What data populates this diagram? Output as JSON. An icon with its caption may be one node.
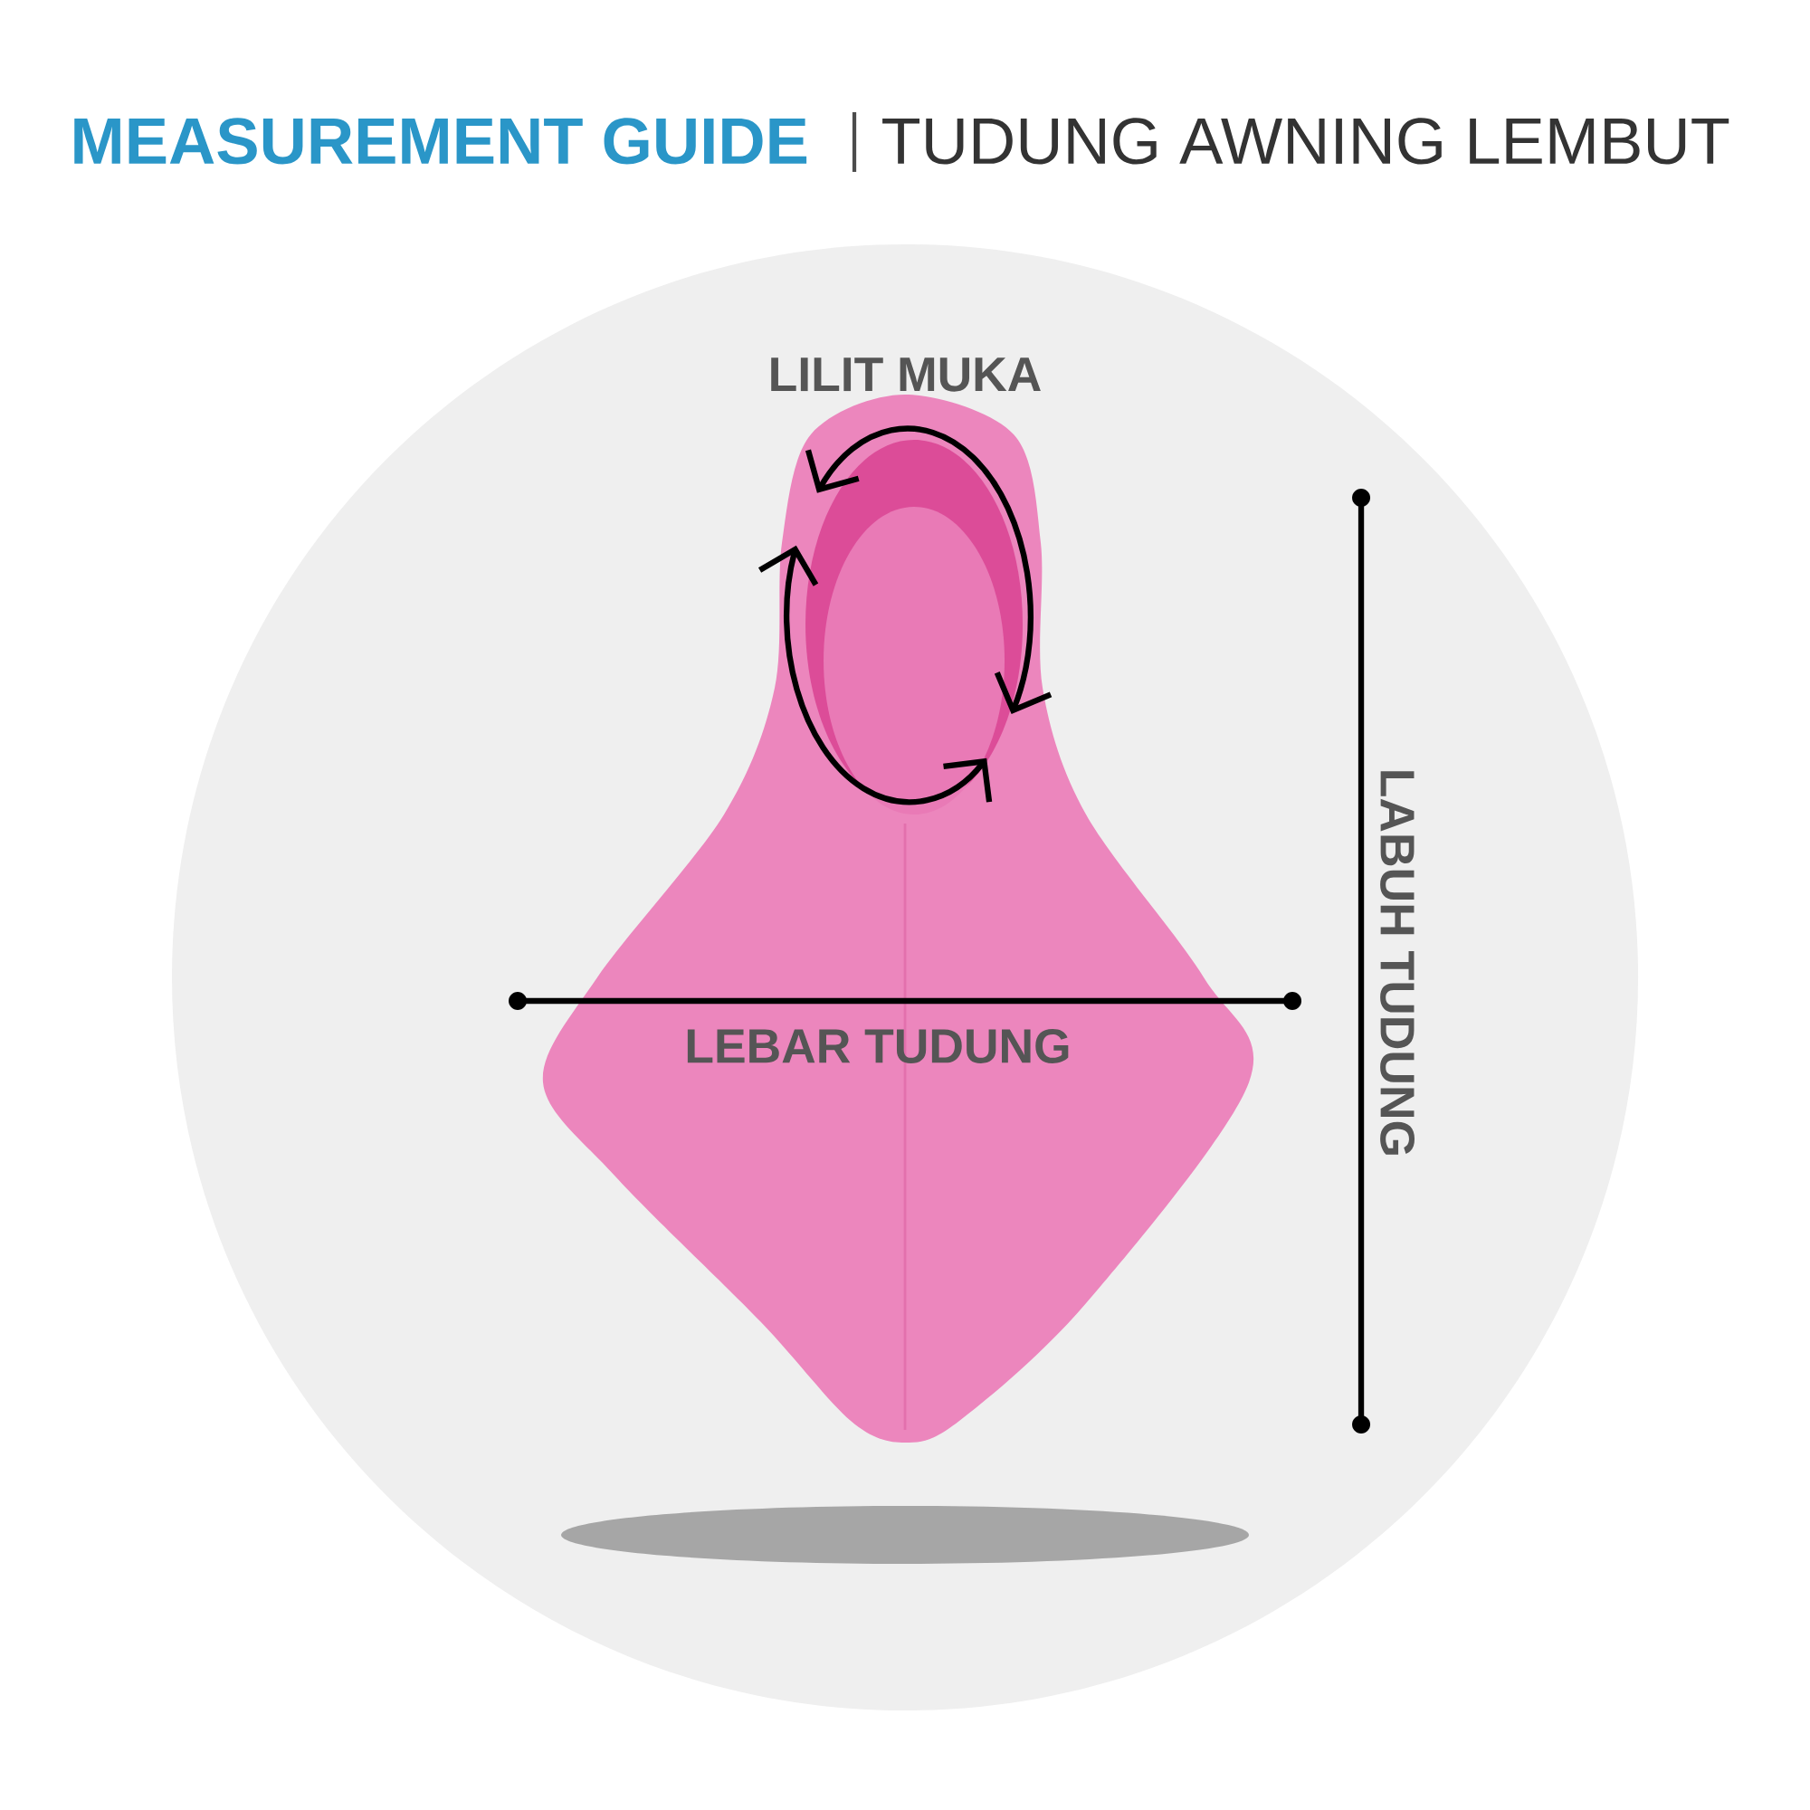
{
  "diagram": {
    "title": "MEASUREMENT GUIDE",
    "labels": [
      "TUDUNG AWNING LEMBUT",
      "LILIT MUKA",
      "LEBAR TUDUNG",
      "LABUH TUDUNG"
    ]
  }
}
